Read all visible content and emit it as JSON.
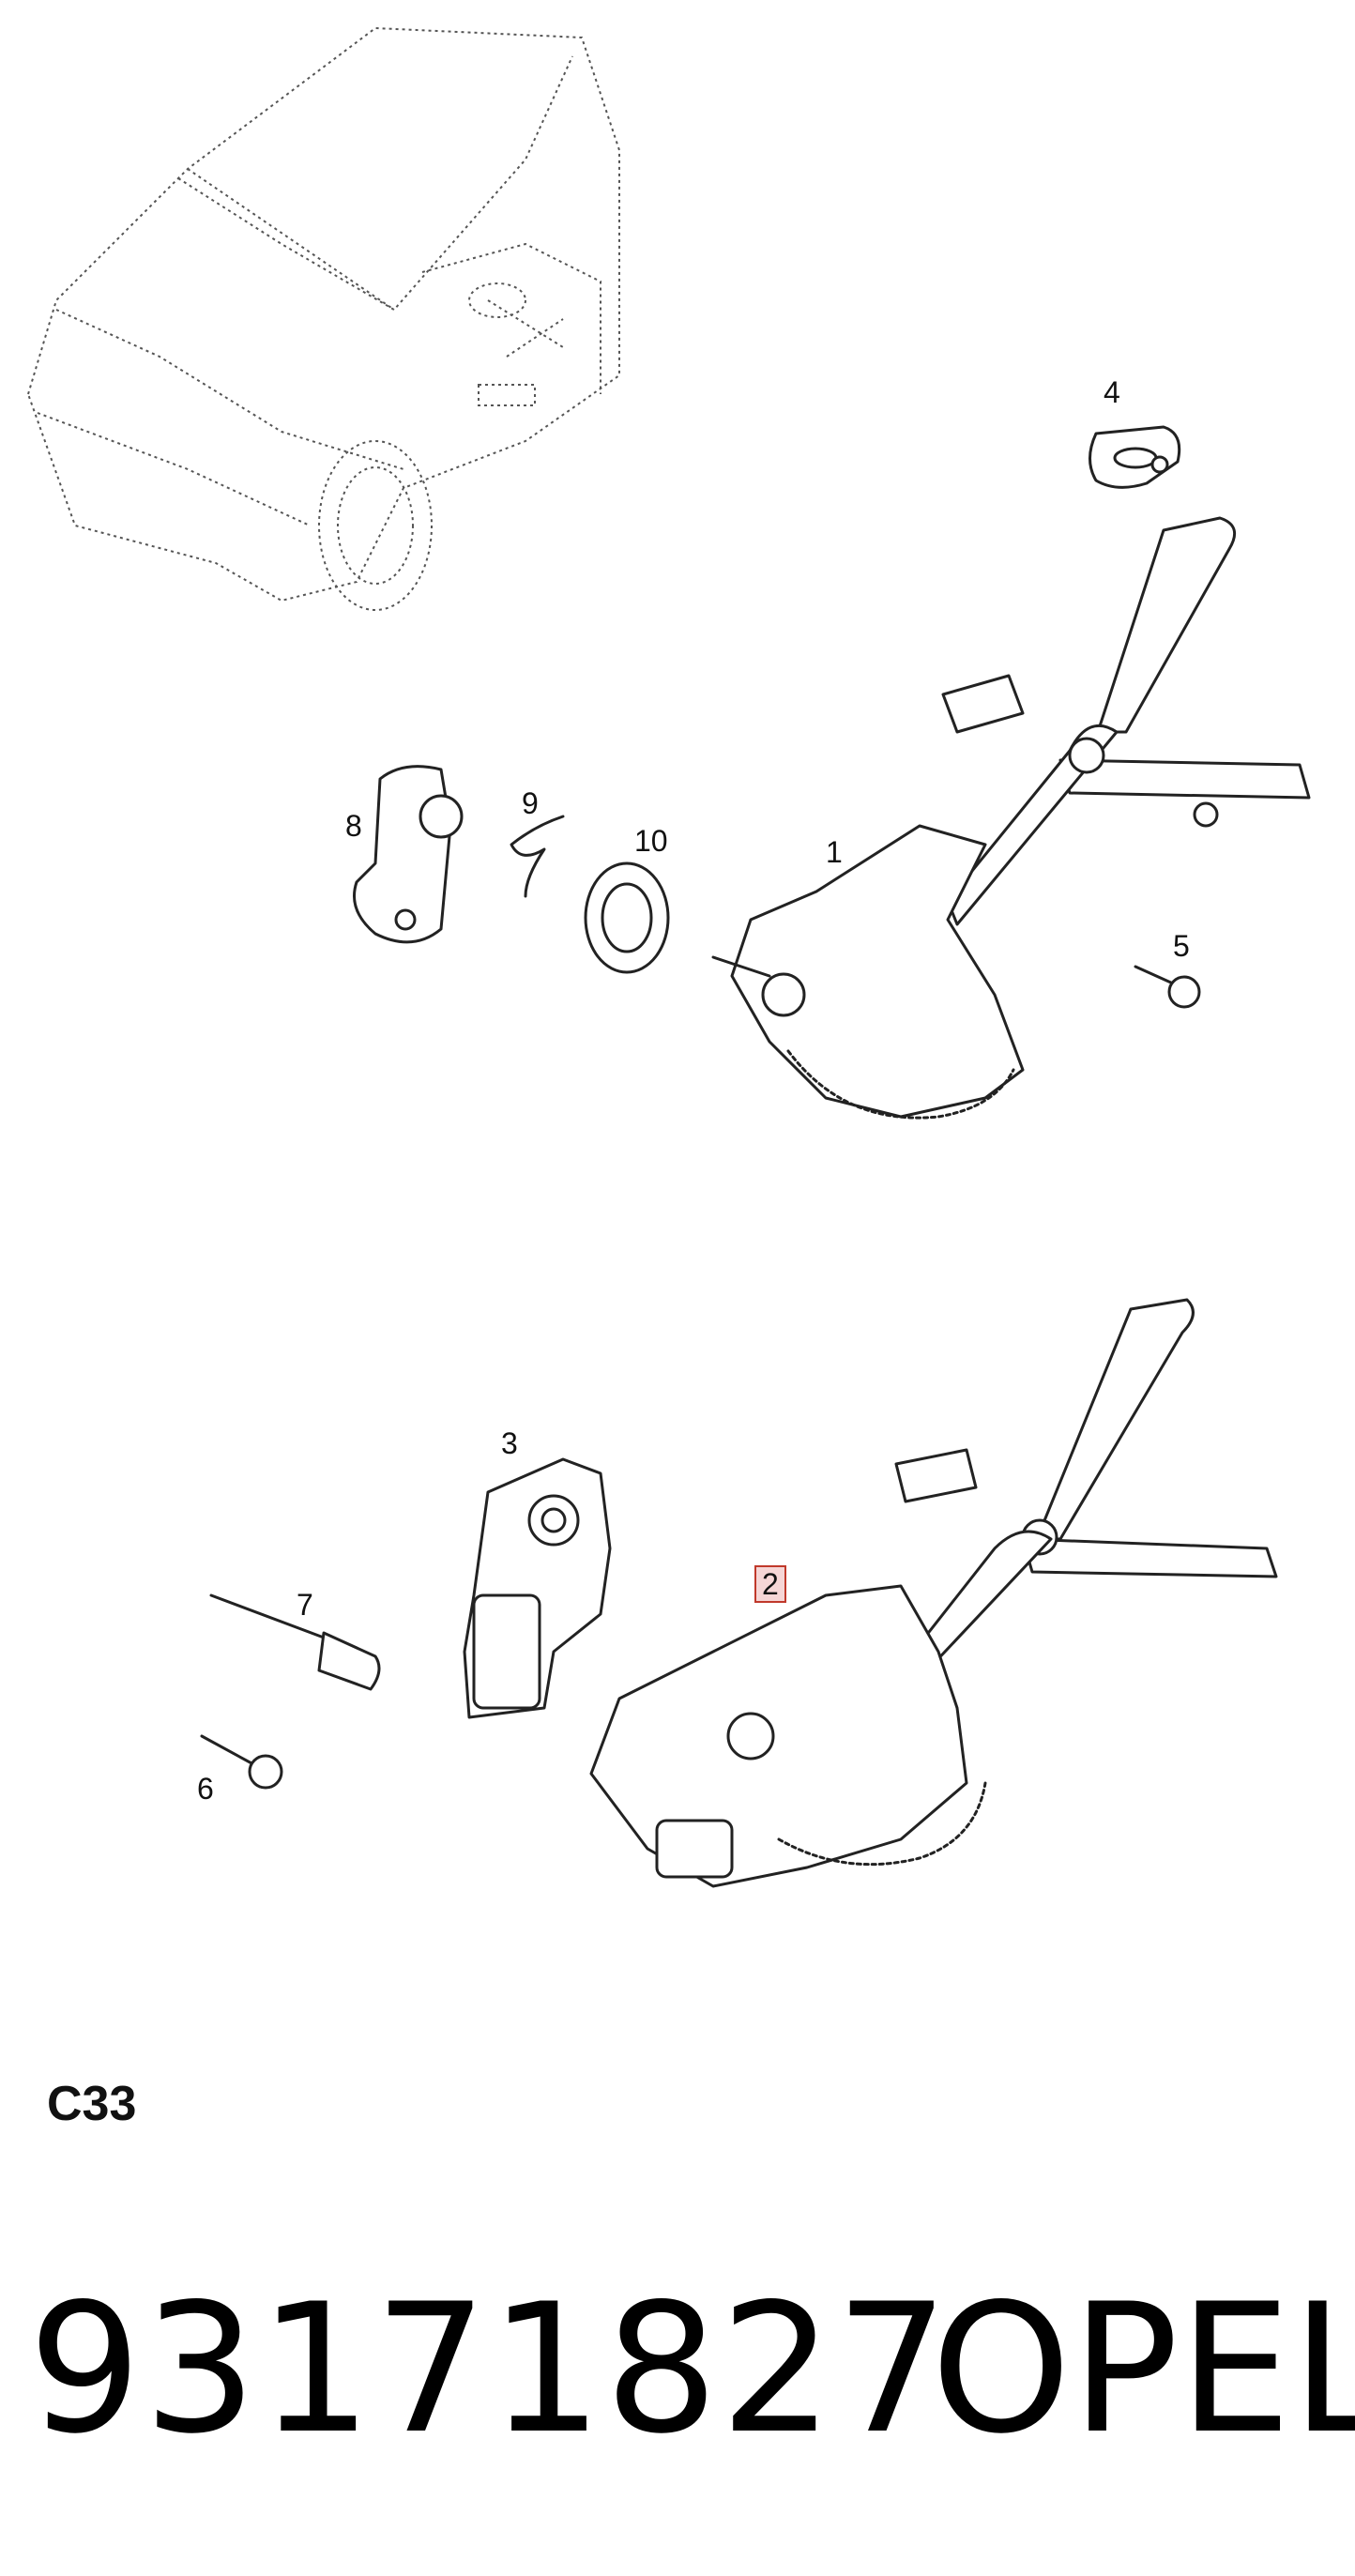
{
  "diagram": {
    "section_code": "C33",
    "part_number": "93171827",
    "brand": "OPEL",
    "callouts": [
      {
        "id": "1",
        "label": "1",
        "highlighted": false
      },
      {
        "id": "2",
        "label": "2",
        "highlighted": true
      },
      {
        "id": "3",
        "label": "3",
        "highlighted": false
      },
      {
        "id": "4",
        "label": "4",
        "highlighted": false
      },
      {
        "id": "5",
        "label": "5",
        "highlighted": false
      },
      {
        "id": "6",
        "label": "6",
        "highlighted": false
      },
      {
        "id": "7",
        "label": "7",
        "highlighted": false
      },
      {
        "id": "8",
        "label": "8",
        "highlighted": false
      },
      {
        "id": "9",
        "label": "9",
        "highlighted": false
      },
      {
        "id": "10",
        "label": "10",
        "highlighted": false
      }
    ],
    "highlight_color": "#c0392b"
  }
}
